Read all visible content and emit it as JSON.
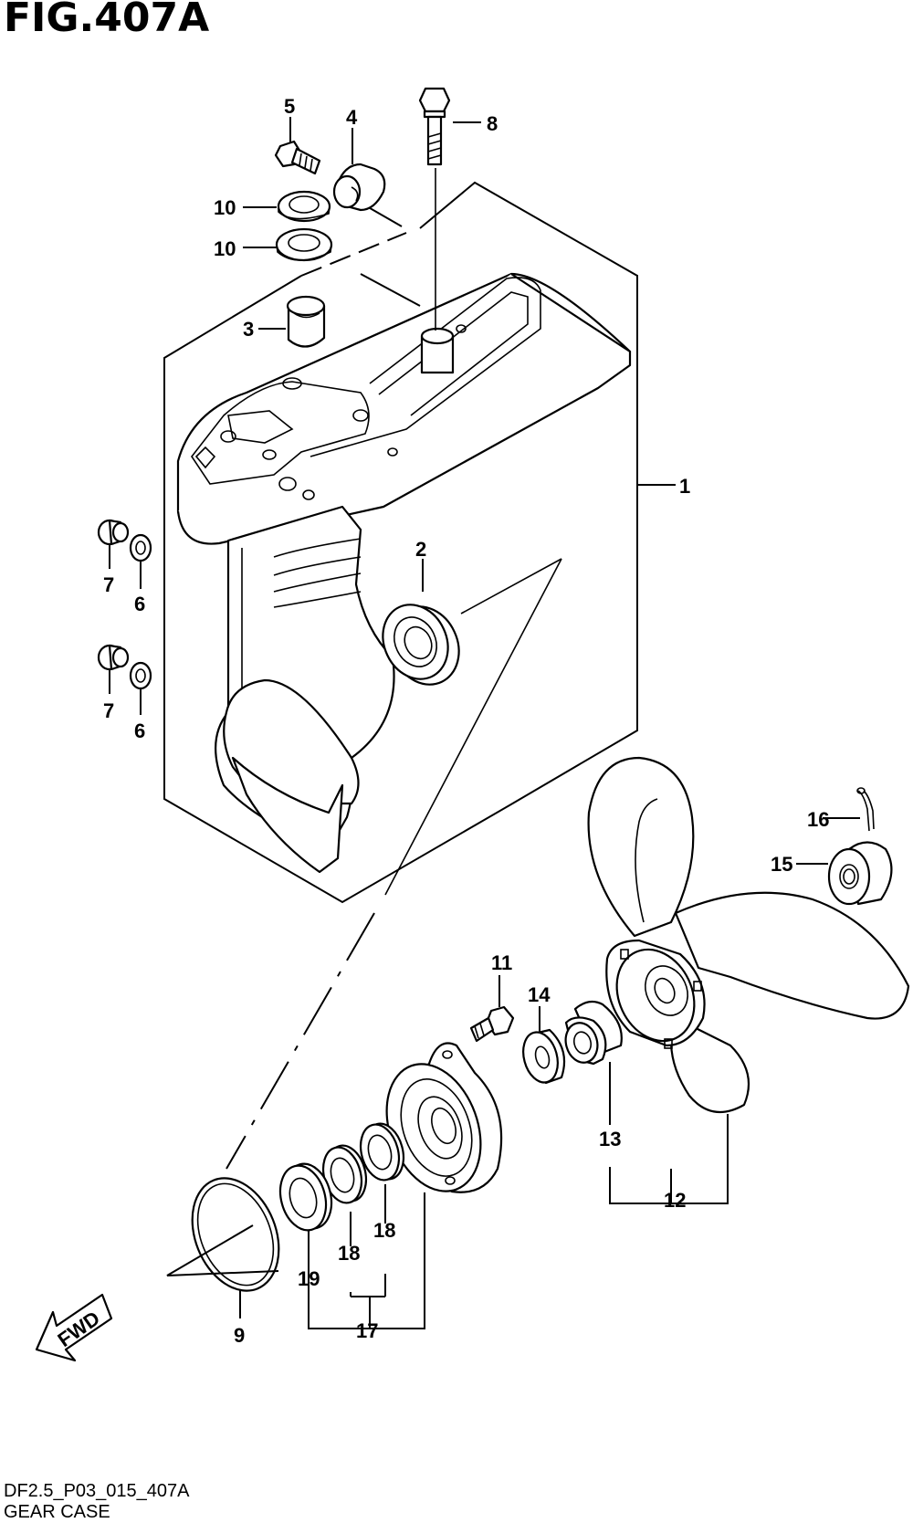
{
  "figure": {
    "title": "FIG.407A"
  },
  "footer": {
    "code": "DF2.5_P03_015_407A",
    "caption": "GEAR CASE"
  },
  "direction_label": "FWD",
  "callouts": {
    "c1": "1",
    "c2": "2",
    "c3": "3",
    "c4": "4",
    "c5": "5",
    "c6a": "6",
    "c6b": "6",
    "c7a": "7",
    "c7b": "7",
    "c8": "8",
    "c9": "9",
    "c10a": "10",
    "c10b": "10",
    "c11": "11",
    "c12": "12",
    "c13": "13",
    "c14": "14",
    "c15": "15",
    "c16": "16",
    "c17": "17",
    "c18a": "18",
    "c18b": "18",
    "c19": "19"
  }
}
